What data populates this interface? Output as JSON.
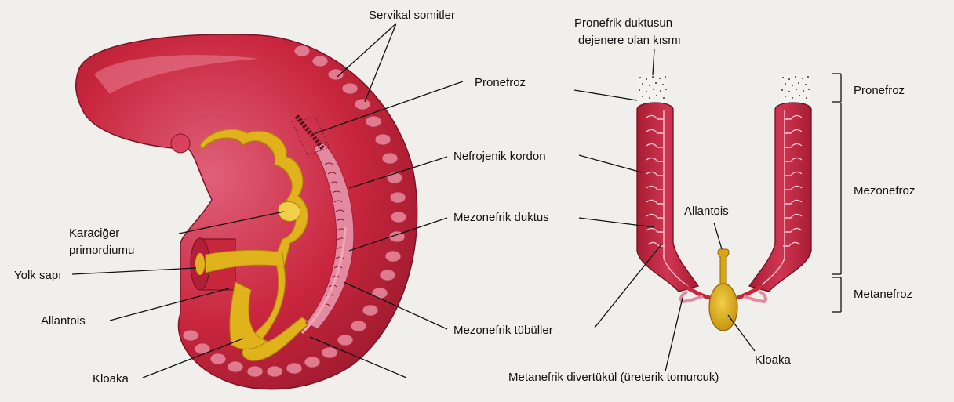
{
  "labels": {
    "servikal_somitler": "Servikal somitler",
    "pronefroz": "Pronefroz",
    "nefrojenik_kordon": "Nefrojenik kordon",
    "mezonefrik_duktus": "Mezonefrik duktus",
    "mezonefrik_tubuller": "Mezonefrik tübüller",
    "karaciger_1": "Karaciğer",
    "karaciger_2": "primordiumu",
    "yolk_sapi": "Yolk sapı",
    "allantois_left": "Allantois",
    "kloaka_left": "Kloaka",
    "pronefrik_1": "Pronefrik duktusun",
    "pronefrik_2": "dejenere olan kısmı",
    "allantois_right": "Allantois",
    "kloaka_right": "Kloaka",
    "metanefrik": "Metanefrik divertükül (üreterik tomurcuk)",
    "bracket_pronefroz": "Pronefroz",
    "bracket_mezonefroz": "Mezonefroz",
    "bracket_metanefroz": "Metanefroz"
  },
  "colors": {
    "embryo": "#c8263d",
    "embryo_light": "#e0607a",
    "yolk": "#e0b21c",
    "background": "#f1efec"
  }
}
